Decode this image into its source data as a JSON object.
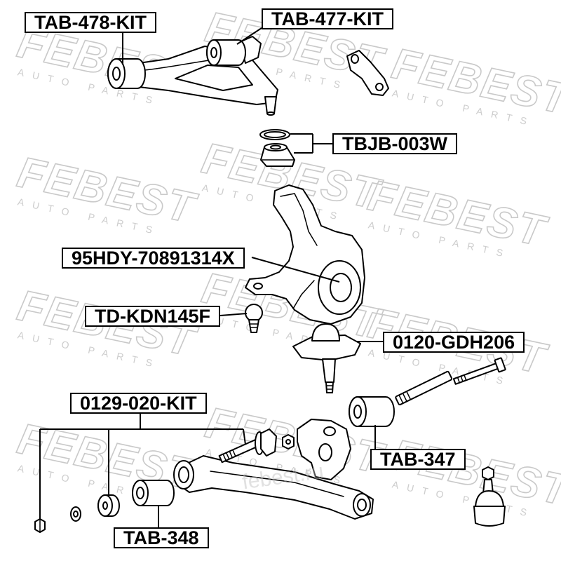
{
  "watermark": {
    "brand": "FEBEST",
    "tagline": "AUTO PARTS",
    "site": "febest.ru"
  },
  "labels": {
    "tab478": "TAB-478-KIT",
    "tab477": "TAB-477-KIT",
    "tbjb": "TBJB-003W",
    "knuckle": "95HDY-70891314X",
    "tdkdn": "TD-KDN145F",
    "gdh": "0120-GDH206",
    "kit0129": "0129-020-KIT",
    "tab347": "TAB-347",
    "tab348": "TAB-348"
  },
  "colors": {
    "background": "#ffffff",
    "line": "#000000",
    "watermark": "#c9c9c9"
  }
}
